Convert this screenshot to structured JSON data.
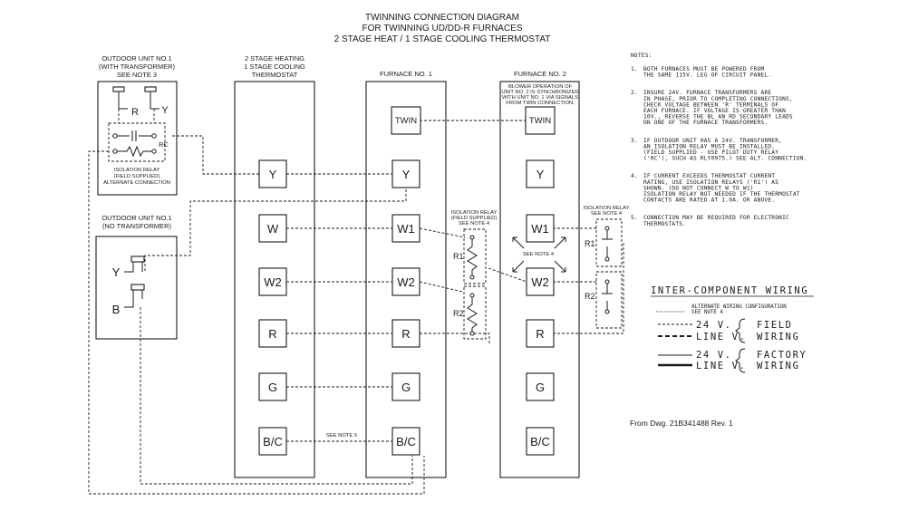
{
  "title": {
    "line1": "TWINNING CONNECTION DIAGRAM",
    "line2": "FOR TWINNING UD/DD-R FURNACES",
    "line3": "2 STAGE HEAT / 1 STAGE COOLING THERMOSTAT"
  },
  "outdoor_unit_1": {
    "line1": "OUTDOOR UNIT NO.1",
    "line2": "(WITH TRANSFORMER)",
    "line3": "SEE NOTE 3",
    "relay_line1": "ISOLATION RELAY",
    "relay_line2": "(FIELD SUPPLIED)",
    "relay_line3": "ALTERNATE CONNECTION",
    "term_r": "R",
    "term_y": "Y",
    "term_rc": "RC"
  },
  "outdoor_unit_2": {
    "line1": "OUTDOOR UNIT NO.1",
    "line2": "(NO TRANSFORMER)",
    "term_y": "Y",
    "term_b": "B"
  },
  "thermostat": {
    "line1": "2 STAGE HEATING",
    "line2": "1 STAGE COOLING",
    "line3": "THERMOSTAT",
    "terminals": [
      "Y",
      "W",
      "W2",
      "R",
      "G",
      "B/C"
    ]
  },
  "furnace1": {
    "label": "FURNACE NO. 1",
    "terminals": [
      "TWIN",
      "Y",
      "W1",
      "W2",
      "R",
      "G",
      "B/C"
    ]
  },
  "furnace2": {
    "label": "FURNACE NO. 2",
    "blower_line1": "BLOWER OPERATION OF",
    "blower_line2": "UNIT NO. 2 IS SYNCHRONIZED",
    "blower_line3": "WITH UNIT NO. 1 VIA SIGNALS",
    "blower_line4": "FROM TWIN CONNECTION.",
    "terminals": [
      "TWIN",
      "Y",
      "W1",
      "W2",
      "R",
      "G",
      "B/C"
    ]
  },
  "relay_left": {
    "line1": "ISOLATION RELAY",
    "line2": "(FIELD SUPPLIED)",
    "line3": "SEE NOTE 4",
    "r1": "R1",
    "r2": "R2"
  },
  "relay_right": {
    "line1": "ISOLATION RELAY",
    "line2": "SEE NOTE 4",
    "r1": "R1",
    "r2": "R2"
  },
  "see_note_4": "SEE NOTE 4",
  "see_note_5": "SEE NOTE 5",
  "notes": {
    "heading": "NOTES:",
    "items": [
      {
        "num": "1.",
        "lines": [
          "BOTH FURNACES MUST BE POWERED FROM",
          "THE SAME 115V. LEG OF CIRCUIT PANEL."
        ]
      },
      {
        "num": "2.",
        "lines": [
          "INSURE 24V. FURNACE TRANSFORMERS ARE",
          "IN PHASE, PRIOR TO COMPLETING CONNECTIONS,",
          "CHECK VOLTAGE BETWEEN 'R' TERMINALS OF",
          "EACH FURNACE. IF VOLTAGE IS GREATER THAN",
          "10V., REVERSE THE BL AN RD SECONDARY LEADS",
          "ON ONE OF THE FURNACE TRANSFORMERS."
        ]
      },
      {
        "num": "3.",
        "lines": [
          "IF OUTDOOR UNIT HAS A 24V. TRANSFORMER,",
          "AN ISOLATION RELAY MUST BE INSTALLED.",
          "(FIELD SUPPLIED - USE PILOT DUTY RELAY",
          "('RC'), SUCH AS RLY0975.) SEE ALT. CONNECTION."
        ]
      },
      {
        "num": "4.",
        "lines": [
          "IF CURRENT EXCEEDS THERMOSTAT CURRENT",
          "RATING, USE ISOLATION RELAYS ('R1') AS",
          "SHOWN. (DO NOT CONNECT W TO W1)",
          "ISOLATION RELAY NOT NEEDED IF THE THERMOSTAT",
          "CONTACTS ARE RATED AT 1.0A. OR ABOVE."
        ]
      },
      {
        "num": "5.",
        "lines": [
          "CONNECTION MAY BE REQUIRED FOR ELECTRONIC",
          "THERMOSTATS."
        ]
      }
    ]
  },
  "legend": {
    "title": "INTER-COMPONENT WIRING",
    "alt_line1": "ALTERNATE WIRING CONFIGURATION",
    "alt_line2": "SEE NOTE 4",
    "v24": "24 V.",
    "line_v": "LINE V.",
    "field1": "FIELD",
    "field2": "WIRING",
    "factory1": "FACTORY",
    "factory2": "WIRING"
  },
  "drawing_ref": "From Dwg. 21B341488 Rev. 1"
}
